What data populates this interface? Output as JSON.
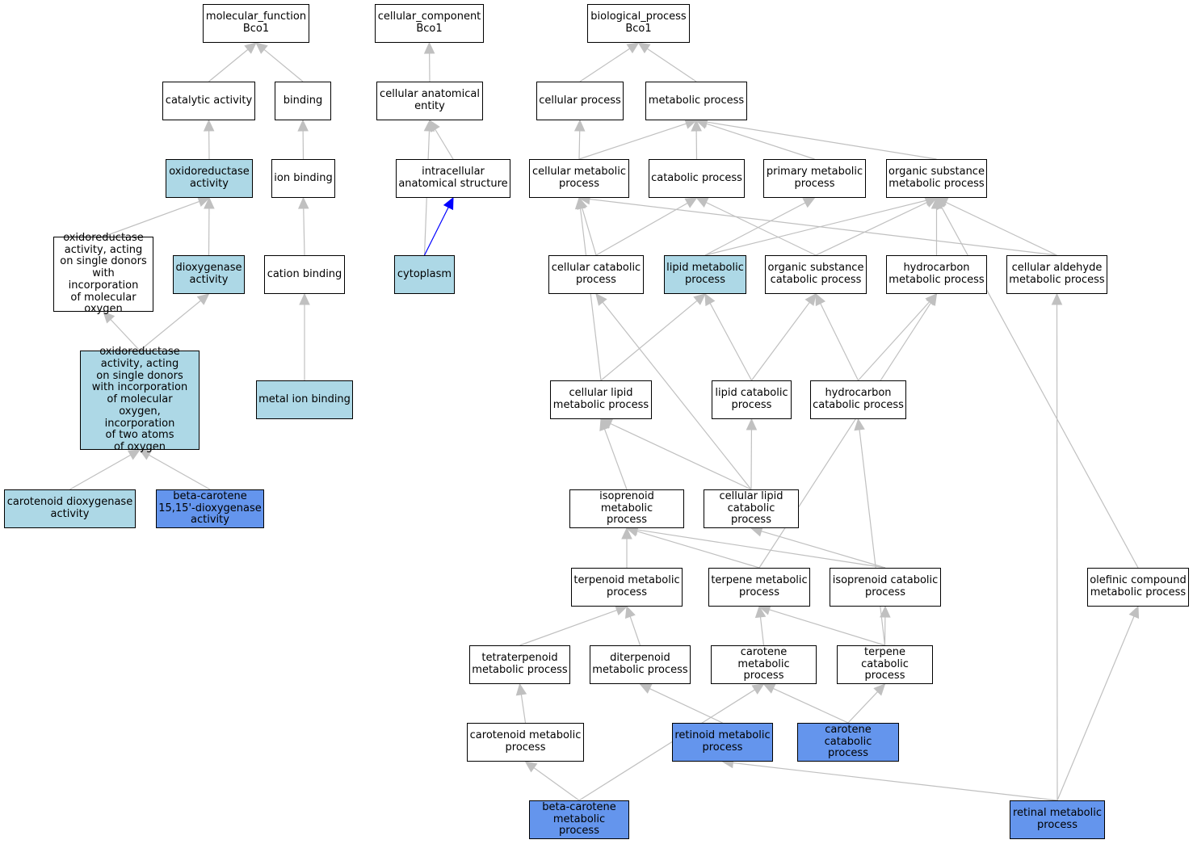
{
  "colors": {
    "default_fill": "#ffffff",
    "ancestor_fill": "#add8e6",
    "annotated_fill": "#6495ed",
    "edge_gray": "#c0c0c0",
    "edge_highlight": "#0000ff"
  },
  "graph": {
    "nodes": [
      {
        "id": "mf",
        "label": "molecular_function\nBco1",
        "kind": "default"
      },
      {
        "id": "cc",
        "label": "cellular_component\nBco1",
        "kind": "default"
      },
      {
        "id": "bp",
        "label": "biological_process\nBco1",
        "kind": "default"
      },
      {
        "id": "cat",
        "label": "catalytic activity",
        "kind": "default"
      },
      {
        "id": "bind",
        "label": "binding",
        "kind": "default"
      },
      {
        "id": "cae",
        "label": "cellular anatomical\nentity",
        "kind": "default"
      },
      {
        "id": "cp",
        "label": "cellular process",
        "kind": "default"
      },
      {
        "id": "mp",
        "label": "metabolic process",
        "kind": "default"
      },
      {
        "id": "oxa",
        "label": "oxidoreductase\nactivity",
        "kind": "ancestor"
      },
      {
        "id": "ionb",
        "label": "ion binding",
        "kind": "default"
      },
      {
        "id": "ias",
        "label": "intracellular\nanatomical structure",
        "kind": "default"
      },
      {
        "id": "cmp",
        "label": "cellular metabolic\nprocess",
        "kind": "default"
      },
      {
        "id": "catp",
        "label": "catabolic process",
        "kind": "default"
      },
      {
        "id": "pmp",
        "label": "primary metabolic\nprocess",
        "kind": "default"
      },
      {
        "id": "osmp",
        "label": "organic substance\nmetabolic process",
        "kind": "default"
      },
      {
        "id": "oxsd",
        "label": "oxidoreductase\nactivity, acting\non single donors\nwith incorporation\nof molecular\noxygen",
        "kind": "default"
      },
      {
        "id": "dioxa",
        "label": "dioxygenase\nactivity",
        "kind": "ancestor"
      },
      {
        "id": "catb",
        "label": "cation binding",
        "kind": "default"
      },
      {
        "id": "cyto",
        "label": "cytoplasm",
        "kind": "ancestor"
      },
      {
        "id": "ccp",
        "label": "cellular catabolic\nprocess",
        "kind": "default"
      },
      {
        "id": "lmp",
        "label": "lipid metabolic\nprocess",
        "kind": "ancestor"
      },
      {
        "id": "oscp",
        "label": "organic substance\ncatabolic process",
        "kind": "default"
      },
      {
        "id": "hmp",
        "label": "hydrocarbon\nmetabolic process",
        "kind": "default"
      },
      {
        "id": "camp",
        "label": "cellular aldehyde\nmetabolic process",
        "kind": "default"
      },
      {
        "id": "oxsd2",
        "label": "oxidoreductase\nactivity, acting\non single donors\nwith incorporation\nof molecular\noxygen, incorporation\nof two atoms\nof oxygen",
        "kind": "ancestor"
      },
      {
        "id": "mib",
        "label": "metal ion binding",
        "kind": "ancestor"
      },
      {
        "id": "clmp",
        "label": "cellular lipid\nmetabolic process",
        "kind": "default"
      },
      {
        "id": "lcp",
        "label": "lipid catabolic\nprocess",
        "kind": "default"
      },
      {
        "id": "hcp",
        "label": "hydrocarbon\ncatabolic process",
        "kind": "default"
      },
      {
        "id": "cdo",
        "label": "carotenoid dioxygenase\nactivity",
        "kind": "ancestor"
      },
      {
        "id": "bcdo",
        "label": "beta-carotene\n15,15'-dioxygenase\nactivity",
        "kind": "annotated"
      },
      {
        "id": "ipmp",
        "label": "isoprenoid metabolic\nprocess",
        "kind": "default"
      },
      {
        "id": "clcp",
        "label": "cellular lipid\ncatabolic process",
        "kind": "default"
      },
      {
        "id": "tpmp",
        "label": "terpenoid metabolic\nprocess",
        "kind": "default"
      },
      {
        "id": "tmp",
        "label": "terpene metabolic\nprocess",
        "kind": "default"
      },
      {
        "id": "ipcp",
        "label": "isoprenoid catabolic\nprocess",
        "kind": "default"
      },
      {
        "id": "ocmp",
        "label": "olefinic compound\nmetabolic process",
        "kind": "default"
      },
      {
        "id": "ttmp",
        "label": "tetraterpenoid\nmetabolic process",
        "kind": "default"
      },
      {
        "id": "dtmp",
        "label": "diterpenoid\nmetabolic process",
        "kind": "default"
      },
      {
        "id": "ctmp",
        "label": "carotene metabolic\nprocess",
        "kind": "default"
      },
      {
        "id": "tcp",
        "label": "terpene catabolic\nprocess",
        "kind": "default"
      },
      {
        "id": "crmp",
        "label": "carotenoid metabolic\nprocess",
        "kind": "default"
      },
      {
        "id": "rmp",
        "label": "retinoid metabolic\nprocess",
        "kind": "annotated"
      },
      {
        "id": "ccap",
        "label": "carotene catabolic\nprocess",
        "kind": "annotated"
      },
      {
        "id": "bcmp",
        "label": "beta-carotene\nmetabolic process",
        "kind": "annotated"
      },
      {
        "id": "remp",
        "label": "retinal metabolic\nprocess",
        "kind": "annotated"
      }
    ],
    "edges": [
      {
        "from": "cat",
        "to": "mf"
      },
      {
        "from": "bind",
        "to": "mf"
      },
      {
        "from": "cae",
        "to": "cc"
      },
      {
        "from": "cp",
        "to": "bp"
      },
      {
        "from": "mp",
        "to": "bp"
      },
      {
        "from": "oxa",
        "to": "cat"
      },
      {
        "from": "ionb",
        "to": "bind"
      },
      {
        "from": "ias",
        "to": "cae"
      },
      {
        "from": "cyto",
        "to": "cae"
      },
      {
        "from": "cyto",
        "to": "ias",
        "highlight": true
      },
      {
        "from": "cmp",
        "to": "cp"
      },
      {
        "from": "cmp",
        "to": "mp"
      },
      {
        "from": "catp",
        "to": "mp"
      },
      {
        "from": "pmp",
        "to": "mp"
      },
      {
        "from": "osmp",
        "to": "mp"
      },
      {
        "from": "oxsd",
        "to": "oxa"
      },
      {
        "from": "dioxa",
        "to": "oxa"
      },
      {
        "from": "catb",
        "to": "ionb"
      },
      {
        "from": "mib",
        "to": "catb"
      },
      {
        "from": "ccp",
        "to": "cmp"
      },
      {
        "from": "ccp",
        "to": "catp"
      },
      {
        "from": "lmp",
        "to": "pmp"
      },
      {
        "from": "lmp",
        "to": "osmp"
      },
      {
        "from": "oscp",
        "to": "catp"
      },
      {
        "from": "oscp",
        "to": "osmp"
      },
      {
        "from": "hmp",
        "to": "osmp"
      },
      {
        "from": "camp",
        "to": "cmp"
      },
      {
        "from": "camp",
        "to": "osmp"
      },
      {
        "from": "oxsd2",
        "to": "oxsd"
      },
      {
        "from": "oxsd2",
        "to": "dioxa"
      },
      {
        "from": "clmp",
        "to": "cmp"
      },
      {
        "from": "clmp",
        "to": "lmp"
      },
      {
        "from": "lcp",
        "to": "lmp"
      },
      {
        "from": "lcp",
        "to": "oscp"
      },
      {
        "from": "hcp",
        "to": "oscp"
      },
      {
        "from": "hcp",
        "to": "hmp"
      },
      {
        "from": "cdo",
        "to": "oxsd2"
      },
      {
        "from": "bcdo",
        "to": "oxsd2"
      },
      {
        "from": "ipmp",
        "to": "clmp"
      },
      {
        "from": "clcp",
        "to": "clmp"
      },
      {
        "from": "clcp",
        "to": "lcp"
      },
      {
        "from": "clcp",
        "to": "ccp"
      },
      {
        "from": "ipcp",
        "to": "clcp"
      },
      {
        "from": "ipcp",
        "to": "ipmp"
      },
      {
        "from": "tpmp",
        "to": "ipmp"
      },
      {
        "from": "tmp",
        "to": "ipmp"
      },
      {
        "from": "tmp",
        "to": "hmp"
      },
      {
        "from": "ocmp",
        "to": "osmp"
      },
      {
        "from": "ttmp",
        "to": "tpmp"
      },
      {
        "from": "dtmp",
        "to": "tpmp"
      },
      {
        "from": "ctmp",
        "to": "tmp"
      },
      {
        "from": "tcp",
        "to": "tmp"
      },
      {
        "from": "tcp",
        "to": "ipcp"
      },
      {
        "from": "tcp",
        "to": "hcp"
      },
      {
        "from": "crmp",
        "to": "ttmp"
      },
      {
        "from": "rmp",
        "to": "dtmp"
      },
      {
        "from": "ccap",
        "to": "ctmp"
      },
      {
        "from": "ccap",
        "to": "tcp"
      },
      {
        "from": "bcmp",
        "to": "crmp"
      },
      {
        "from": "bcmp",
        "to": "ctmp"
      },
      {
        "from": "remp",
        "to": "rmp"
      },
      {
        "from": "remp",
        "to": "camp"
      },
      {
        "from": "remp",
        "to": "ocmp"
      }
    ]
  }
}
